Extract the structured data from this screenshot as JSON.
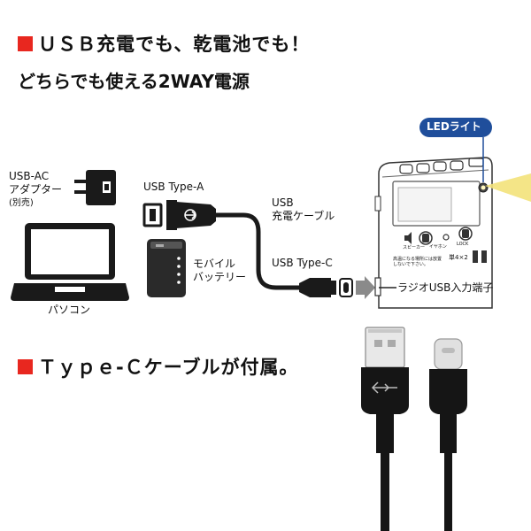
{
  "headlines": {
    "line1": "ＵＳＢ充電でも、乾電池でも！",
    "line2": "どちらでも使える2WAY電源",
    "line3": "Ｔｙｐｅ-Ｃケーブルが付属。"
  },
  "labels": {
    "adapter_line1": "USB-AC",
    "adapter_line2": "アダプター",
    "adapter_line3": "(別売)",
    "pc": "パソコン",
    "usb_type_a": "USB Type-A",
    "cable_line1": "USB",
    "cable_line2": "充電ケーブル",
    "battery_line1": "モバイル",
    "battery_line2": "バッテリー",
    "usb_type_c": "USB Type-C",
    "input_port": "ラジオUSB入力端子",
    "led_badge": "LEDライト"
  },
  "device": {
    "speaker": "スピーカー",
    "earphone": "イヤホン",
    "lock": "LOCK",
    "battery_spec": "単4×2",
    "warning": "高温になる場所には放置しないで下さい。"
  },
  "colors": {
    "accent_red": "#e8271f",
    "badge_blue": "#1f4e9b",
    "led_yellow": "#f3e27a"
  }
}
